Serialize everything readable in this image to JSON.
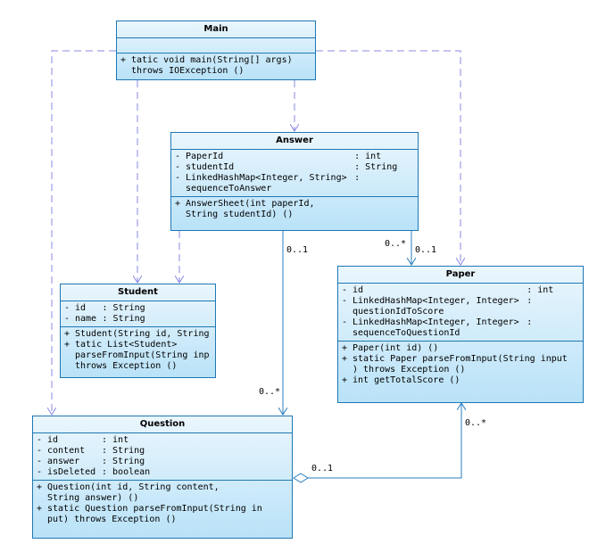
{
  "classes": {
    "main": {
      "name": "Main",
      "attributes": [],
      "operations": [
        {
          "vis": "+",
          "lines": [
            "tatic void main(String[] args)",
            "throws IOException ()"
          ]
        }
      ]
    },
    "answer": {
      "name": "Answer",
      "attributes": [
        {
          "vis": "-",
          "name": "PaperId",
          "type": ": int"
        },
        {
          "vis": "-",
          "name": "studentId",
          "type": ": String"
        },
        {
          "vis": "-",
          "name": "LinkedHashMap<Integer, String>",
          "type": ":",
          "cont": "sequenceToAnswer"
        }
      ],
      "operations": [
        {
          "vis": "+",
          "lines": [
            "AnswerSheet(int paperId,",
            "String studentId) ()"
          ]
        }
      ]
    },
    "student": {
      "name": "Student",
      "attributes": [
        {
          "vis": "-",
          "name": "id",
          "type": ": String"
        },
        {
          "vis": "-",
          "name": "name",
          "type": ": String"
        }
      ],
      "operations": [
        {
          "vis": "+",
          "lines": [
            "Student(String id, String"
          ]
        },
        {
          "vis": "+",
          "lines": [
            "tatic List<Student>",
            "parseFromInput(String inp",
            "throws Exception ()"
          ]
        }
      ]
    },
    "paper": {
      "name": "Paper",
      "attributes": [
        {
          "vis": "-",
          "name": "id",
          "type": ": int"
        },
        {
          "vis": "-",
          "name": "LinkedHashMap<Integer, Integer>",
          "type": ":",
          "cont": "questionIdToScore"
        },
        {
          "vis": "-",
          "name": "LinkedHashMap<Integer, Integer>",
          "type": ":",
          "cont": "sequenceToQuestionId"
        }
      ],
      "operations": [
        {
          "vis": "+",
          "lines": [
            "Paper(int id) ()"
          ]
        },
        {
          "vis": "+",
          "lines": [
            "static Paper parseFromInput(String input",
            ") throws Exception ()"
          ]
        },
        {
          "vis": "+",
          "lines": [
            "int getTotalScore ()"
          ]
        }
      ]
    },
    "question": {
      "name": "Question",
      "attributes": [
        {
          "vis": "-",
          "name": "id",
          "type": ": int"
        },
        {
          "vis": "-",
          "name": "content",
          "type": ": String"
        },
        {
          "vis": "-",
          "name": "answer",
          "type": ": String"
        },
        {
          "vis": "-",
          "name": "isDeleted",
          "type": ": boolean"
        }
      ],
      "operations": [
        {
          "vis": "+",
          "lines": [
            "Question(int id, String content,",
            "String answer) ()"
          ]
        },
        {
          "vis": "+",
          "lines": [
            "static Question parseFromInput(String in",
            "put) throws Exception ()"
          ]
        }
      ]
    }
  },
  "multiplicities": {
    "answer_to_question_source": "0..1",
    "answer_to_question_target": "0..*",
    "answer_to_paper_source": "0..*",
    "answer_to_paper_target": "0..1",
    "paper_to_question_source": "0..*",
    "paper_to_question_target": "0..1"
  },
  "colors": {
    "class_border": "#1e78b4",
    "class_fill_top": "#eaf6fd",
    "class_fill_bottom": "#b9e2f8",
    "dependency_line": "#8a8ae6",
    "association_line": "#2a7fc0"
  }
}
